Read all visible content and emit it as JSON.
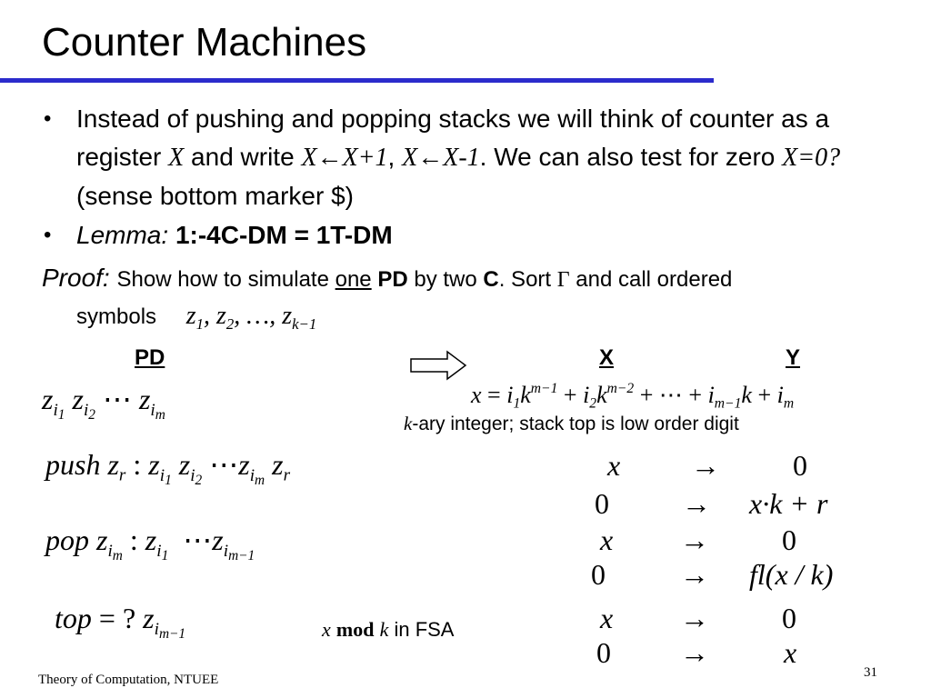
{
  "title": "Counter Machines",
  "bullet1": {
    "t1": "Instead of pushing and popping stacks we will think of counter as a register ",
    "x1": "X",
    "t2": " and write ",
    "m1": "X←X+1",
    "t3": ", ",
    "m2": "X←X-1",
    "t4": ".  We can also test for zero ",
    "m3": "X=0?",
    "t5": " (sense bottom marker $)"
  },
  "bullet2": {
    "lemma": "Lemma:",
    "statement": "1:-4C-DM = 1T-DM"
  },
  "proof": {
    "label": "Proof:",
    "t1": "Show how to simulate ",
    "one": "one",
    "pd": "PD",
    "t2": " by two ",
    "c": "C",
    "t3": ".  Sort ",
    "gamma": "Γ",
    "t4": " and call ordered",
    "line2": "symbols",
    "symbols_math": "z1, z2, …, zk−1"
  },
  "headers": {
    "pd": "PD",
    "x": "X",
    "y": "Y"
  },
  "pd_stack": "zi1 zi2 ⋯ zim",
  "x_formula": "x = i1k^(m−1) + i2k^(m−2) + ⋯ + i(m−1)k + im",
  "kary": {
    "k": "k",
    "text": "-ary integer; stack top is low order digit"
  },
  "push": {
    "label": "push",
    "rule": "zr : zi1 zi2 ⋯ zim zr"
  },
  "pop": {
    "label": "pop",
    "rule": "zim : zi1 ⋯ zim−1"
  },
  "top": {
    "label": "top",
    "rule": "= ? zim−1"
  },
  "mod_note": {
    "x": "x",
    "mod": "mod",
    "k": "k",
    "text": "  in FSA"
  },
  "transitions": [
    {
      "from": "x",
      "arrow": "→",
      "to": "0"
    },
    {
      "from": "0",
      "arrow": "→",
      "to": "x·k + r"
    },
    {
      "from": "x",
      "arrow": "→",
      "to": "0"
    },
    {
      "from": "0",
      "arrow": "→",
      "to": "fl(x / k)"
    },
    {
      "from": "x",
      "arrow": "→",
      "to": "0"
    },
    {
      "from": "0",
      "arrow": "→",
      "to": "x"
    }
  ],
  "footer": "Theory of Computation, NTUEE",
  "page_number": "31",
  "colors": {
    "title_rule": "#2b2bcc"
  }
}
